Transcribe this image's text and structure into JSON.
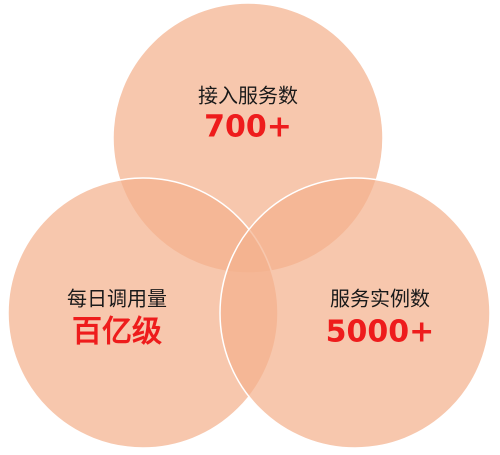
{
  "diagram": {
    "type": "venn",
    "fill_color": "#f4b28e",
    "overlap_color": "#e8702e",
    "value_color": "#ee1c1c",
    "sets": [
      {
        "label": "接入服务数",
        "value": "700+"
      },
      {
        "label": "每日调用量",
        "value": "百亿级"
      },
      {
        "label": "服务实例数",
        "value": "5000+"
      }
    ]
  }
}
